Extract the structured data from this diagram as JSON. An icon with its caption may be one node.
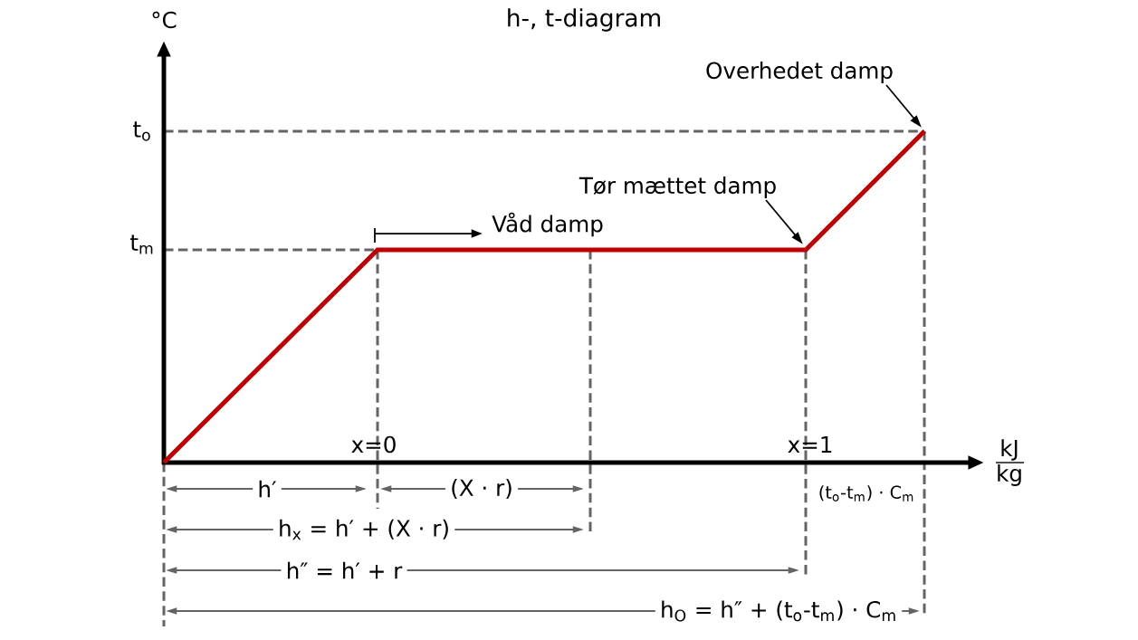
{
  "diagram": {
    "title": "h-, t-diagram",
    "nodes": [
      {
        "text": [
          "Overhedet damp"
        ]
      },
      {
        "text": [
          "Tør mættet damp"
        ]
      }
    ],
    "edges": [
      {
        "from": 0,
        "to": null,
        "arrow": "to"
      },
      {
        "from": 1,
        "to": null,
        "arrow": "to"
      }
    ],
    "labels": [
      "°C",
      "t$_{o}$",
      "t$_{m}$",
      "Våd damp",
      "x=0",
      "x=1",
      "kJ",
      "kg",
      "h′",
      "(X · r)",
      "(t$_{o}$-t$_{m}$) · C$_{m}$",
      "h$_{x}$ = h′ + (X · r)",
      "h″ = h′ + r",
      "h$_{O}$ = h″ + (t$_{o}$-t$_{m}$) · C$_{m}$"
    ]
  }
}
